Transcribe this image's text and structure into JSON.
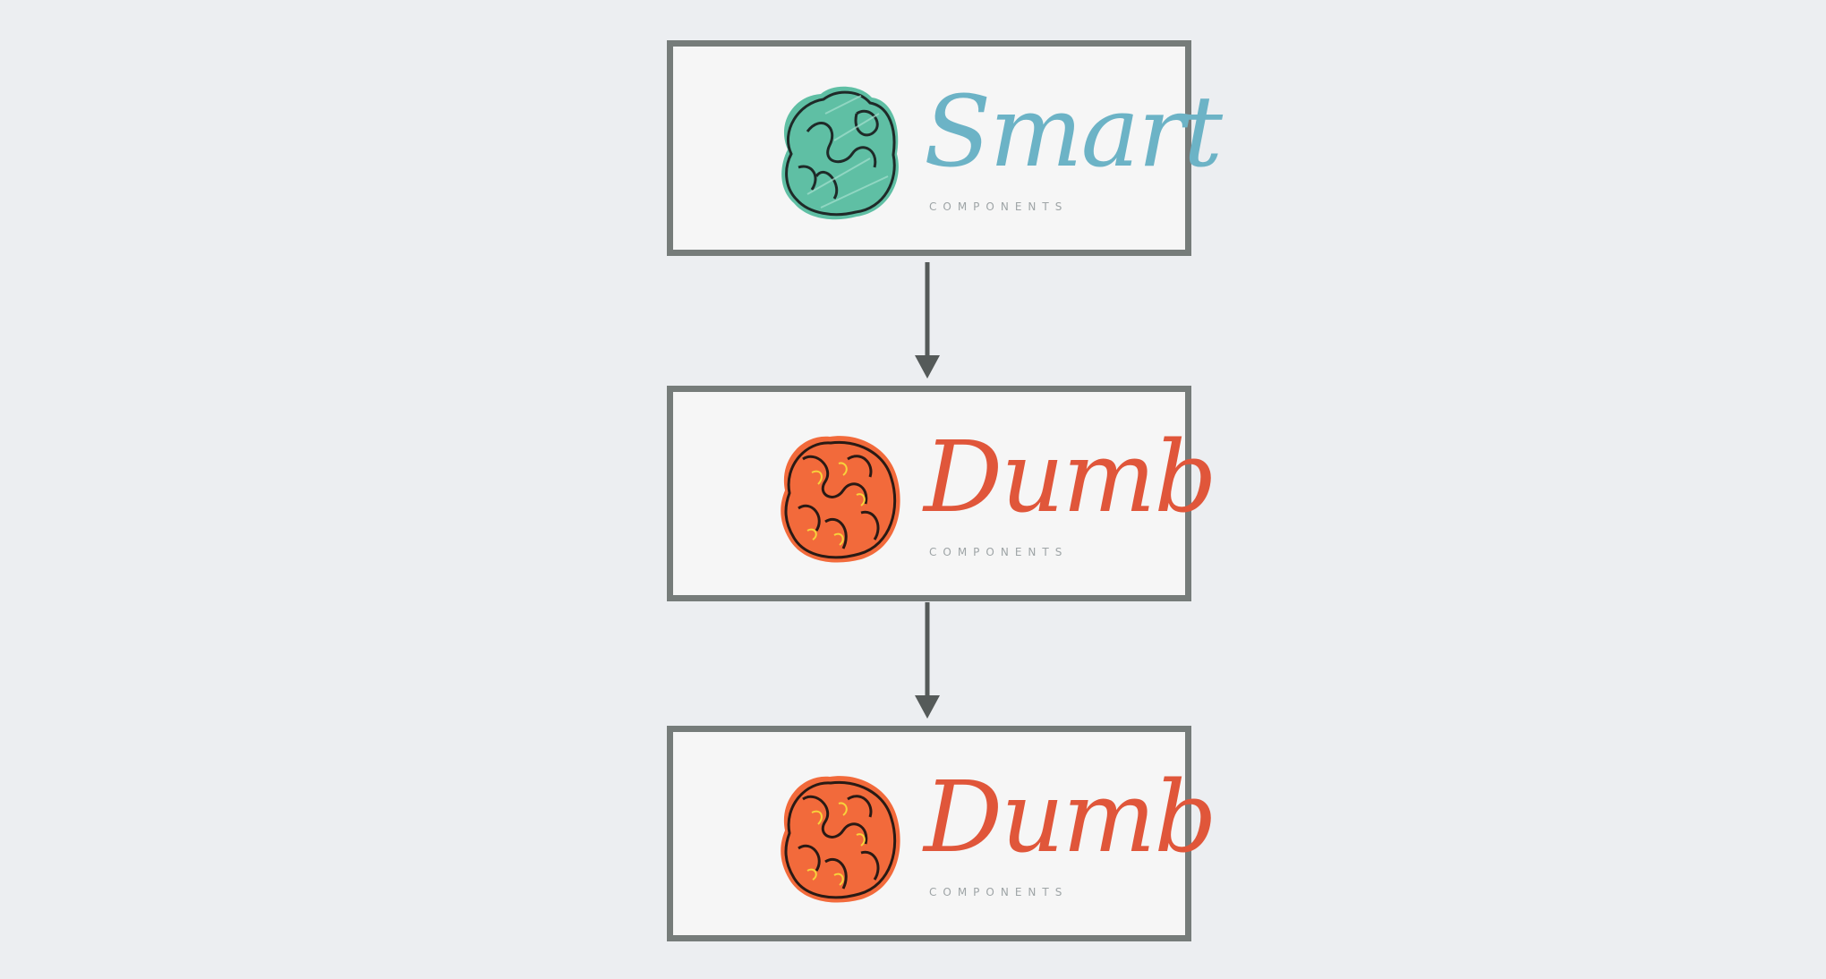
{
  "colors": {
    "background": "#eceef1",
    "box_border": "#767c7a",
    "smart": "#6cb3c6",
    "smart_brain": "#5fbfa4",
    "dumb": "#e0563a",
    "dumb_brain": "#f26a3b",
    "arrow": "#555a59"
  },
  "nodes": [
    {
      "title": "Smart",
      "subtitle": "components",
      "icon": "green-brain-icon"
    },
    {
      "title": "Dumb",
      "subtitle": "components",
      "icon": "orange-brain-icon"
    },
    {
      "title": "Dumb",
      "subtitle": "components",
      "icon": "orange-brain-icon"
    }
  ],
  "edges": [
    {
      "from": "Smart",
      "to": "Dumb"
    },
    {
      "from": "Dumb",
      "to": "Dumb"
    }
  ]
}
